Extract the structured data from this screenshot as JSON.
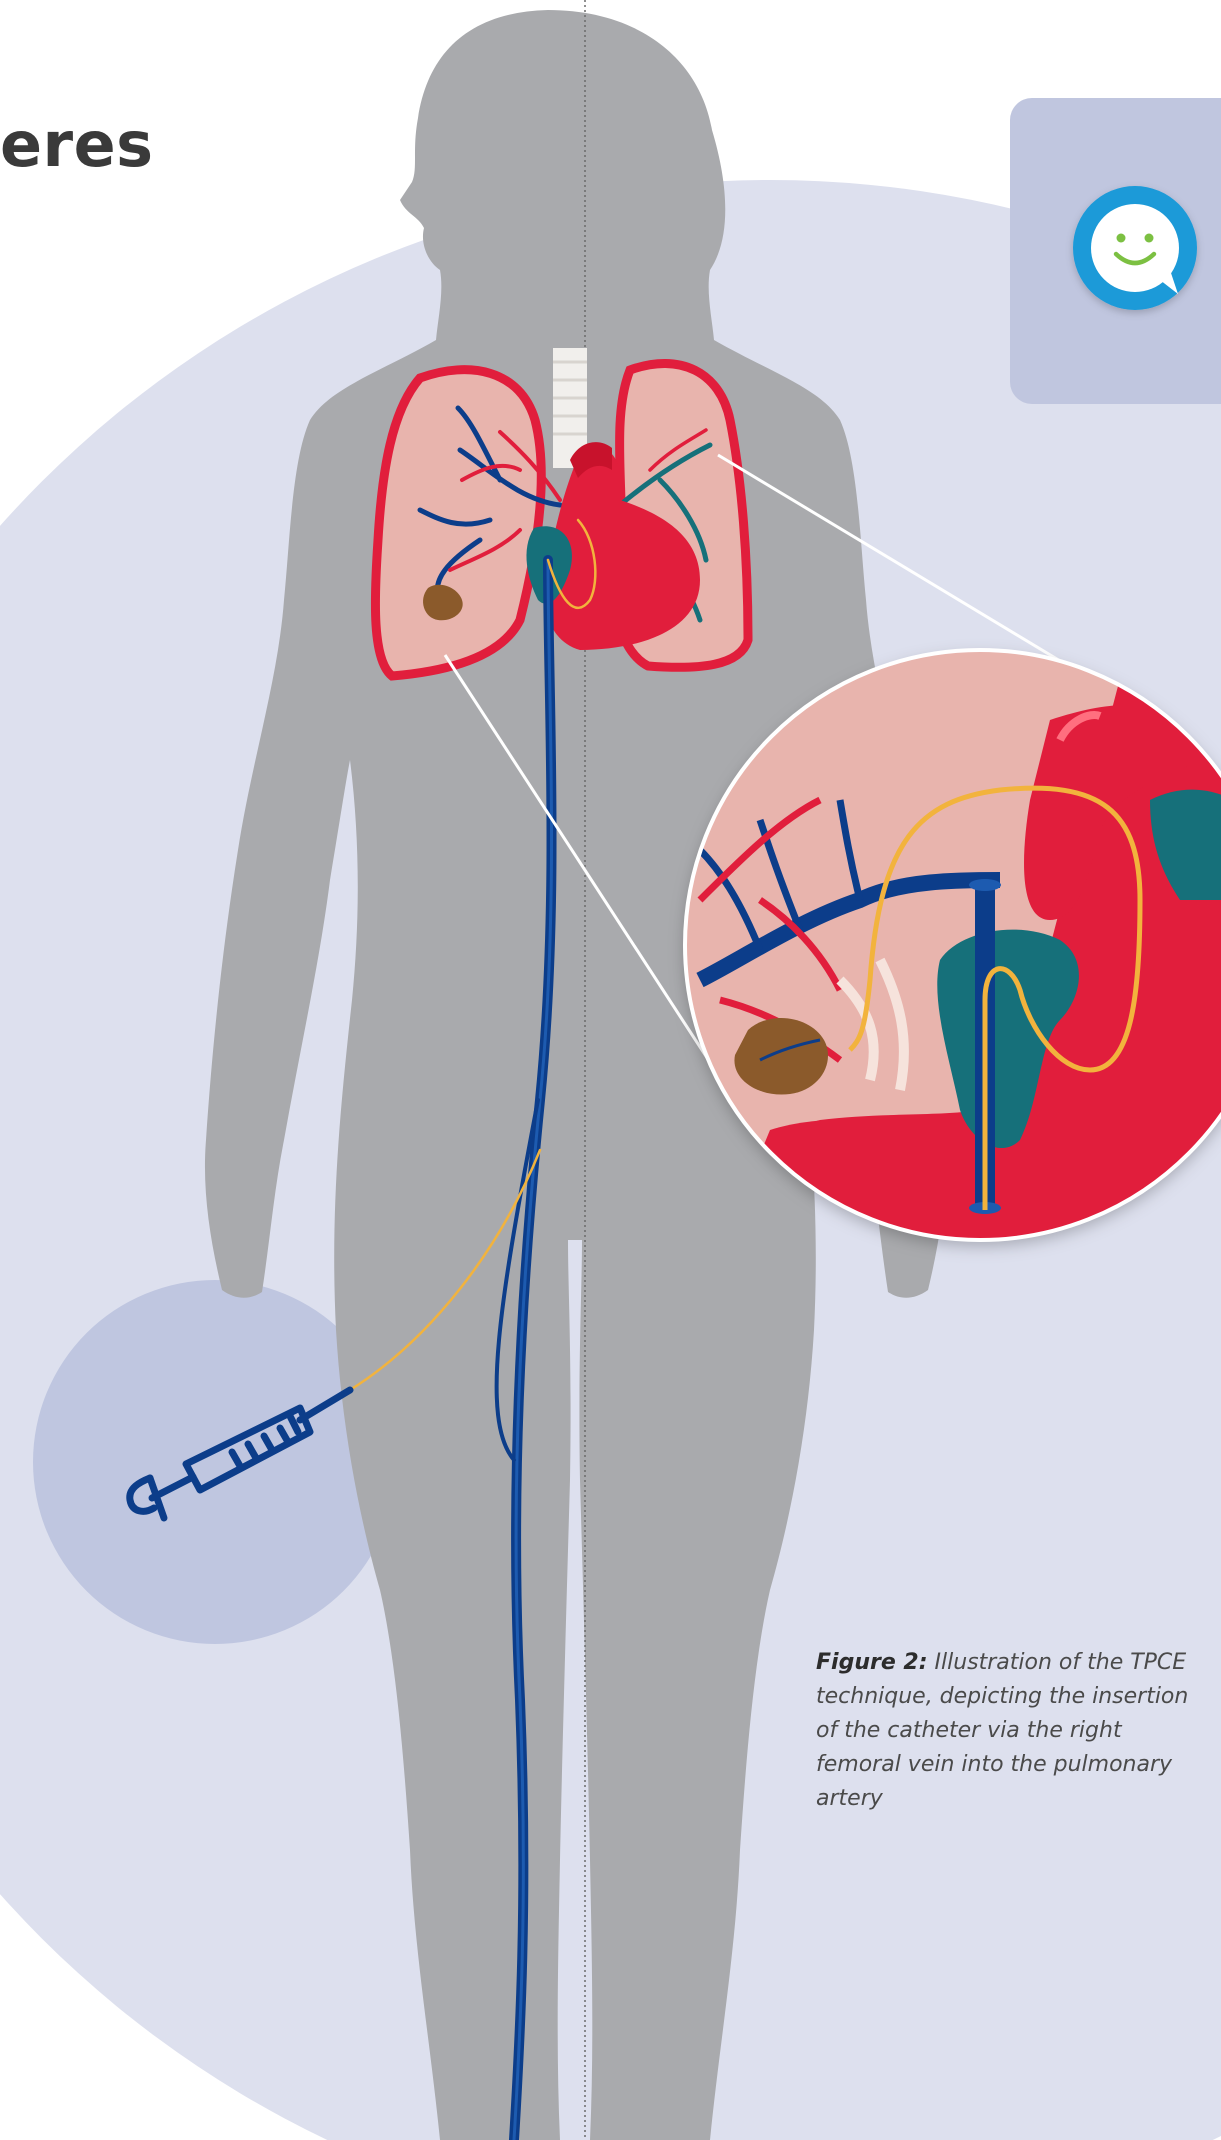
{
  "page": {
    "heading_fragment": "eres"
  },
  "figure": {
    "caption_label": "Figure 2:",
    "caption_text": "Illustration of the TPCE technique, depicting the insertion of the catheter via the right femoral vein into the pulmonary artery"
  },
  "icons": {
    "chat": "smiley-chat-bubble-icon",
    "syringe": "syringe-icon"
  },
  "colors": {
    "background_circle": "#dde0ee",
    "accent_panel": "#c0c6df",
    "silhouette": "#a9aaad",
    "artery_red": "#e11e3c",
    "vein_blue": "#0c3d8a",
    "catheter_yellow": "#f2b33d",
    "ventricle_teal": "#16707a",
    "lung_pink": "#e8b4ad",
    "clot_brown": "#8b5a2b",
    "chat_blue": "#1a9ad8"
  }
}
